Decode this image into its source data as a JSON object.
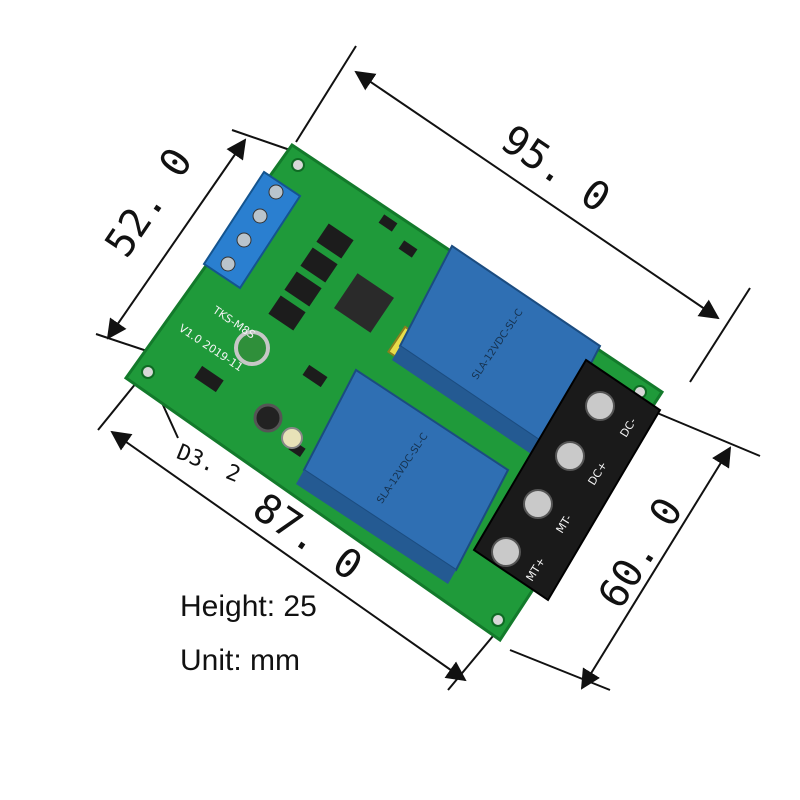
{
  "dimensions": {
    "length_top": "95. 0",
    "width_left": "52. 0",
    "length_bottom": "87. 0",
    "width_right": "60. 0",
    "hole": "D3. 2"
  },
  "notes": {
    "height": "Height: 25",
    "unit": "Unit: mm"
  },
  "board": {
    "model": "TKS-M8S",
    "version": "V1.0  2019-11",
    "terminals": [
      "MT+",
      "MT-",
      "DC+",
      "DC-"
    ],
    "relay_label": "SLA-12VDC-SL-C",
    "colors": {
      "pcb": "#1f9a3a",
      "relay": "#2f6fb3",
      "terminal": "#1a1a1a",
      "screw_block": "#2a7fd0"
    }
  }
}
